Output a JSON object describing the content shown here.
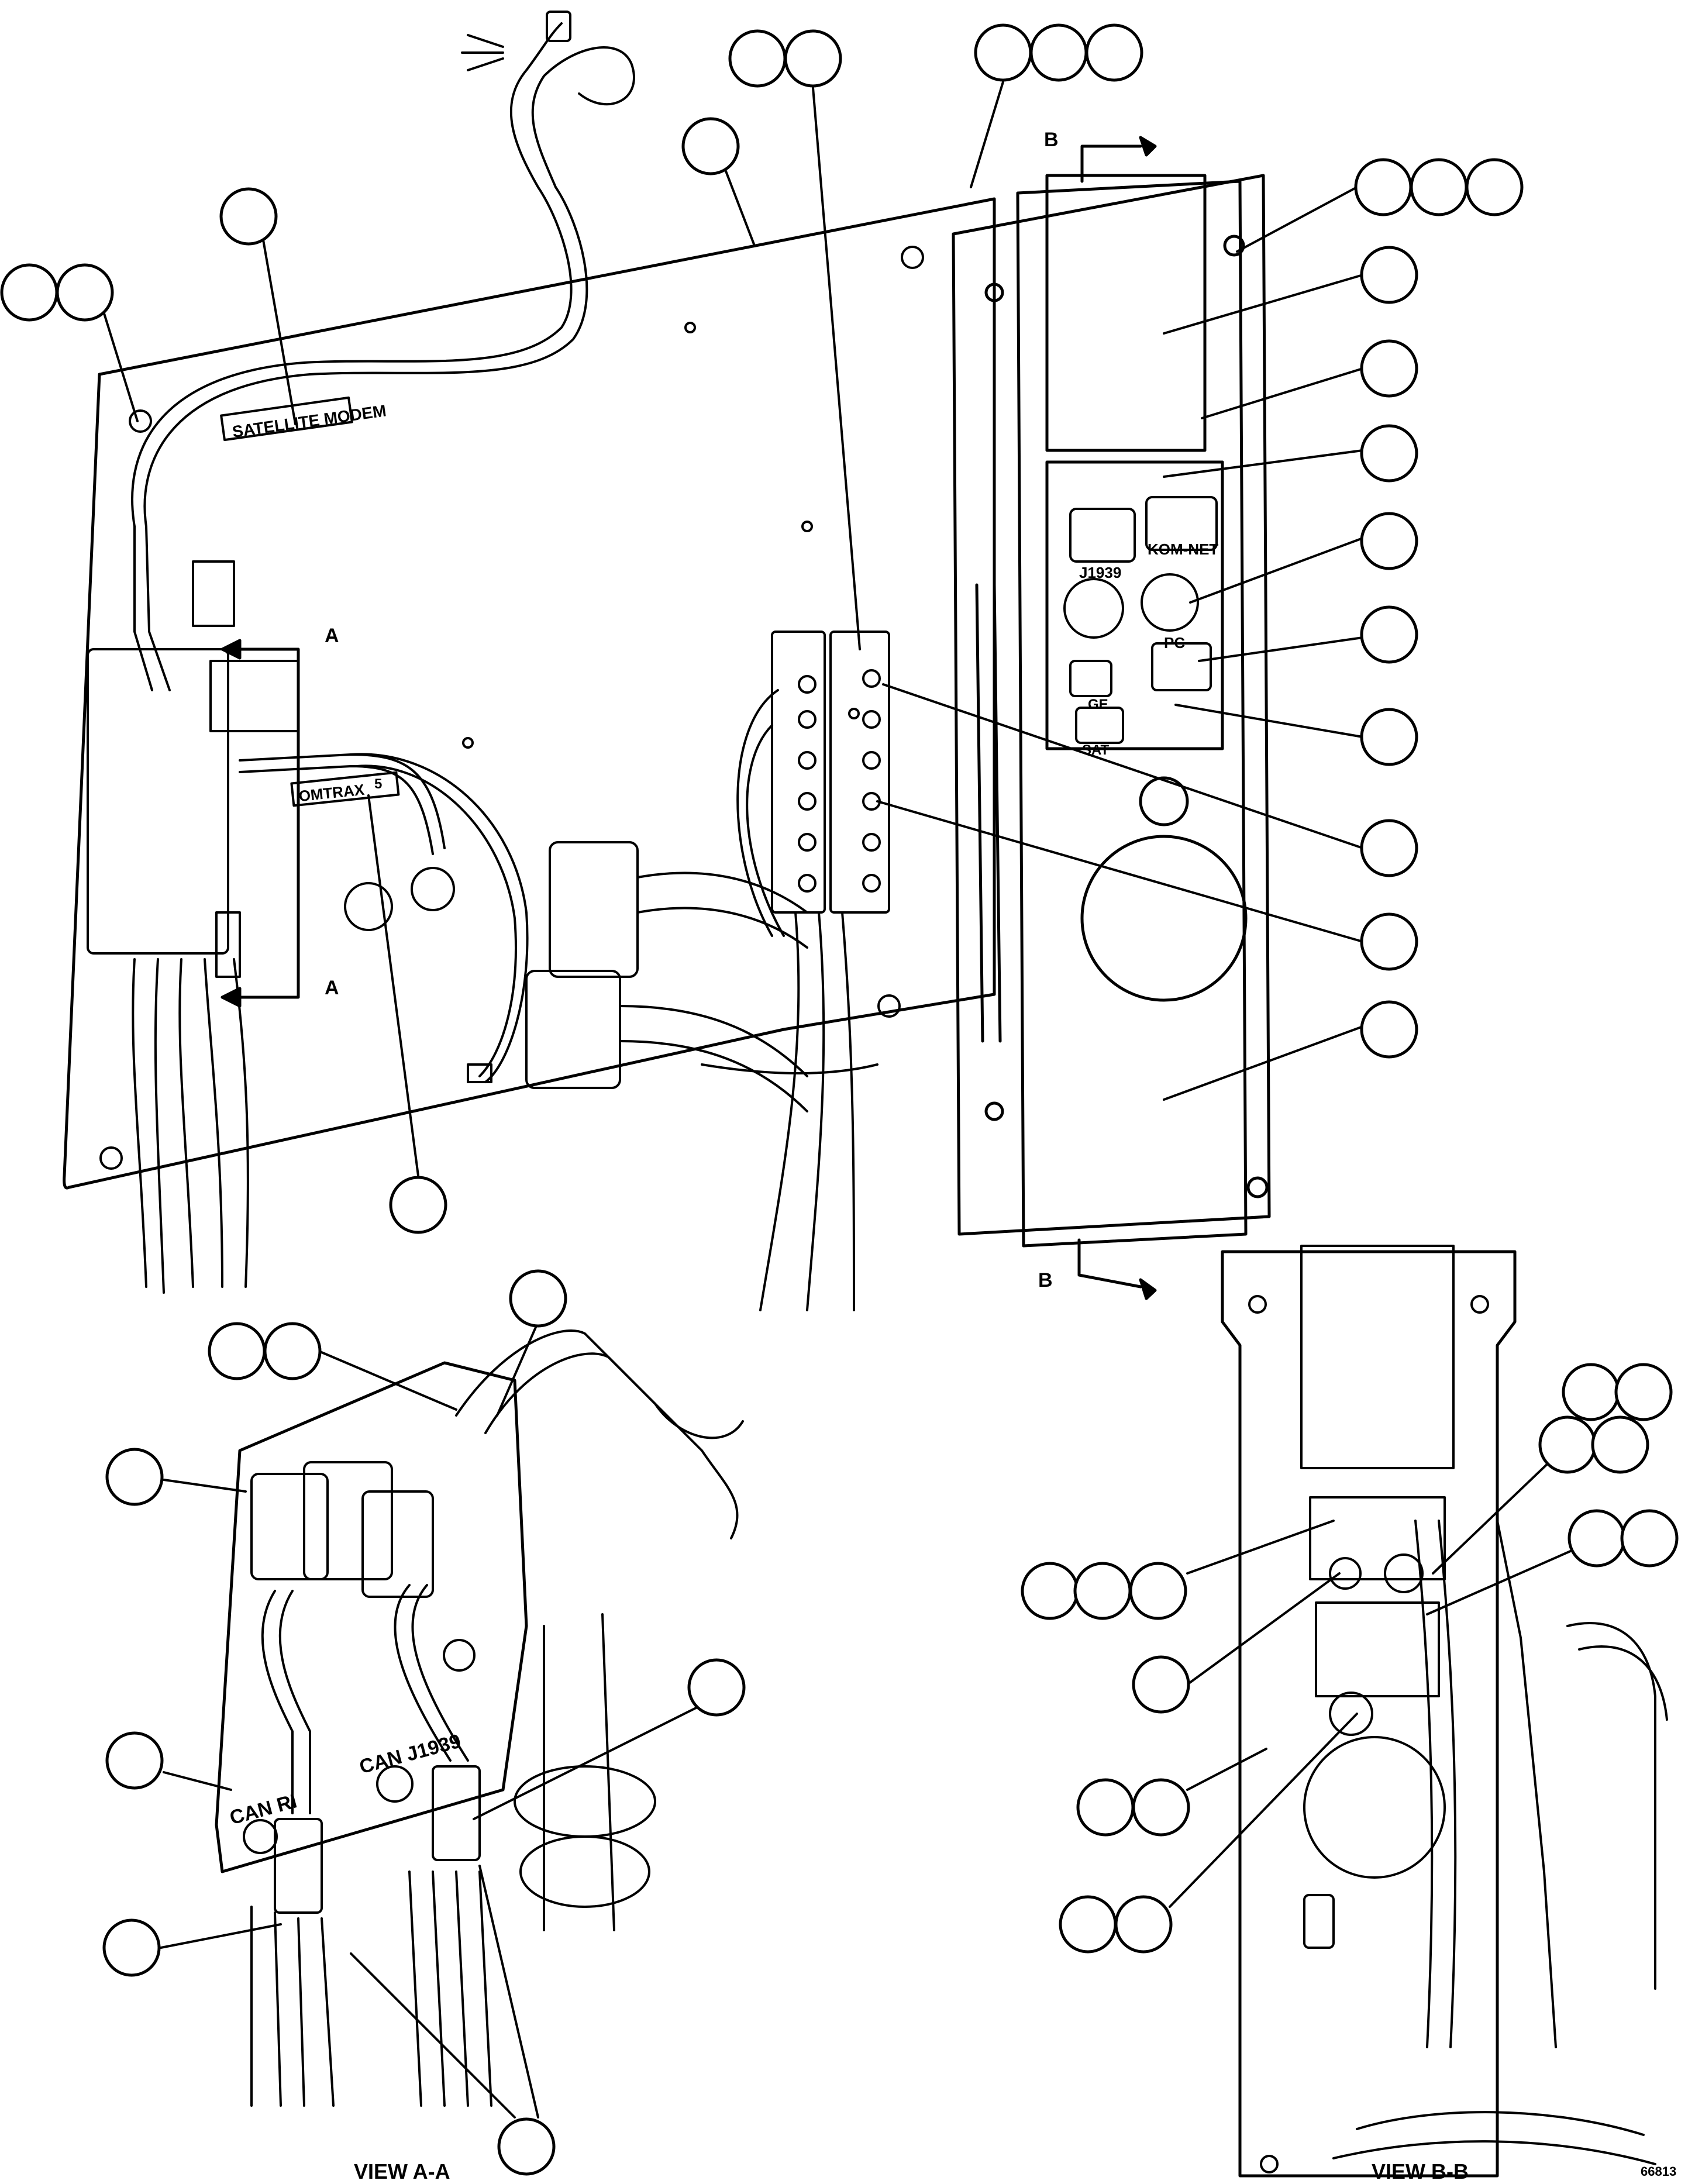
{
  "diagram": {
    "labels": {
      "satellite_modem": "SATELLITE MODEM",
      "omtrax": "OMTRAX",
      "omtrax_suffix": "5",
      "j1939": "J1939",
      "kom_net": "KOM-NET",
      "pc": "PC",
      "ge": "GE",
      "sat": "SAT",
      "can_ri": "CAN RI",
      "can_j1939": "CAN J1939"
    },
    "section_markers": {
      "a": "A",
      "b": "B"
    },
    "view_titles": {
      "view_a": "VIEW A-A",
      "view_b": "VIEW B-B"
    },
    "figure_id": "66813",
    "callouts_note": "Callout bubbles are empty (no numbers printed)"
  }
}
